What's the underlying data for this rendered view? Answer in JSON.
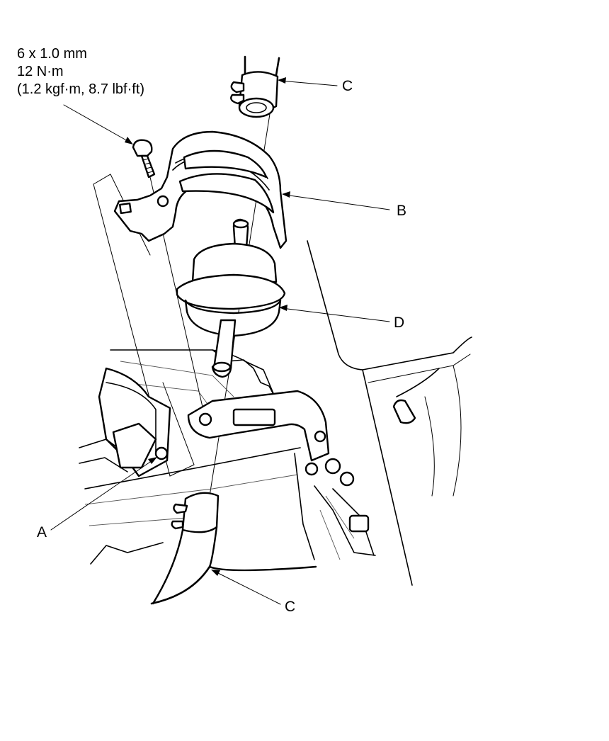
{
  "spec": {
    "size": "6 x 1.0 mm",
    "torque_nm": "12 N·m",
    "torque_alt": "(1.2 kgf·m, 8.7 lbf·ft)"
  },
  "callouts": {
    "c_top": "C",
    "b": "B",
    "d": "D",
    "a": "A",
    "c_bottom": "C"
  }
}
